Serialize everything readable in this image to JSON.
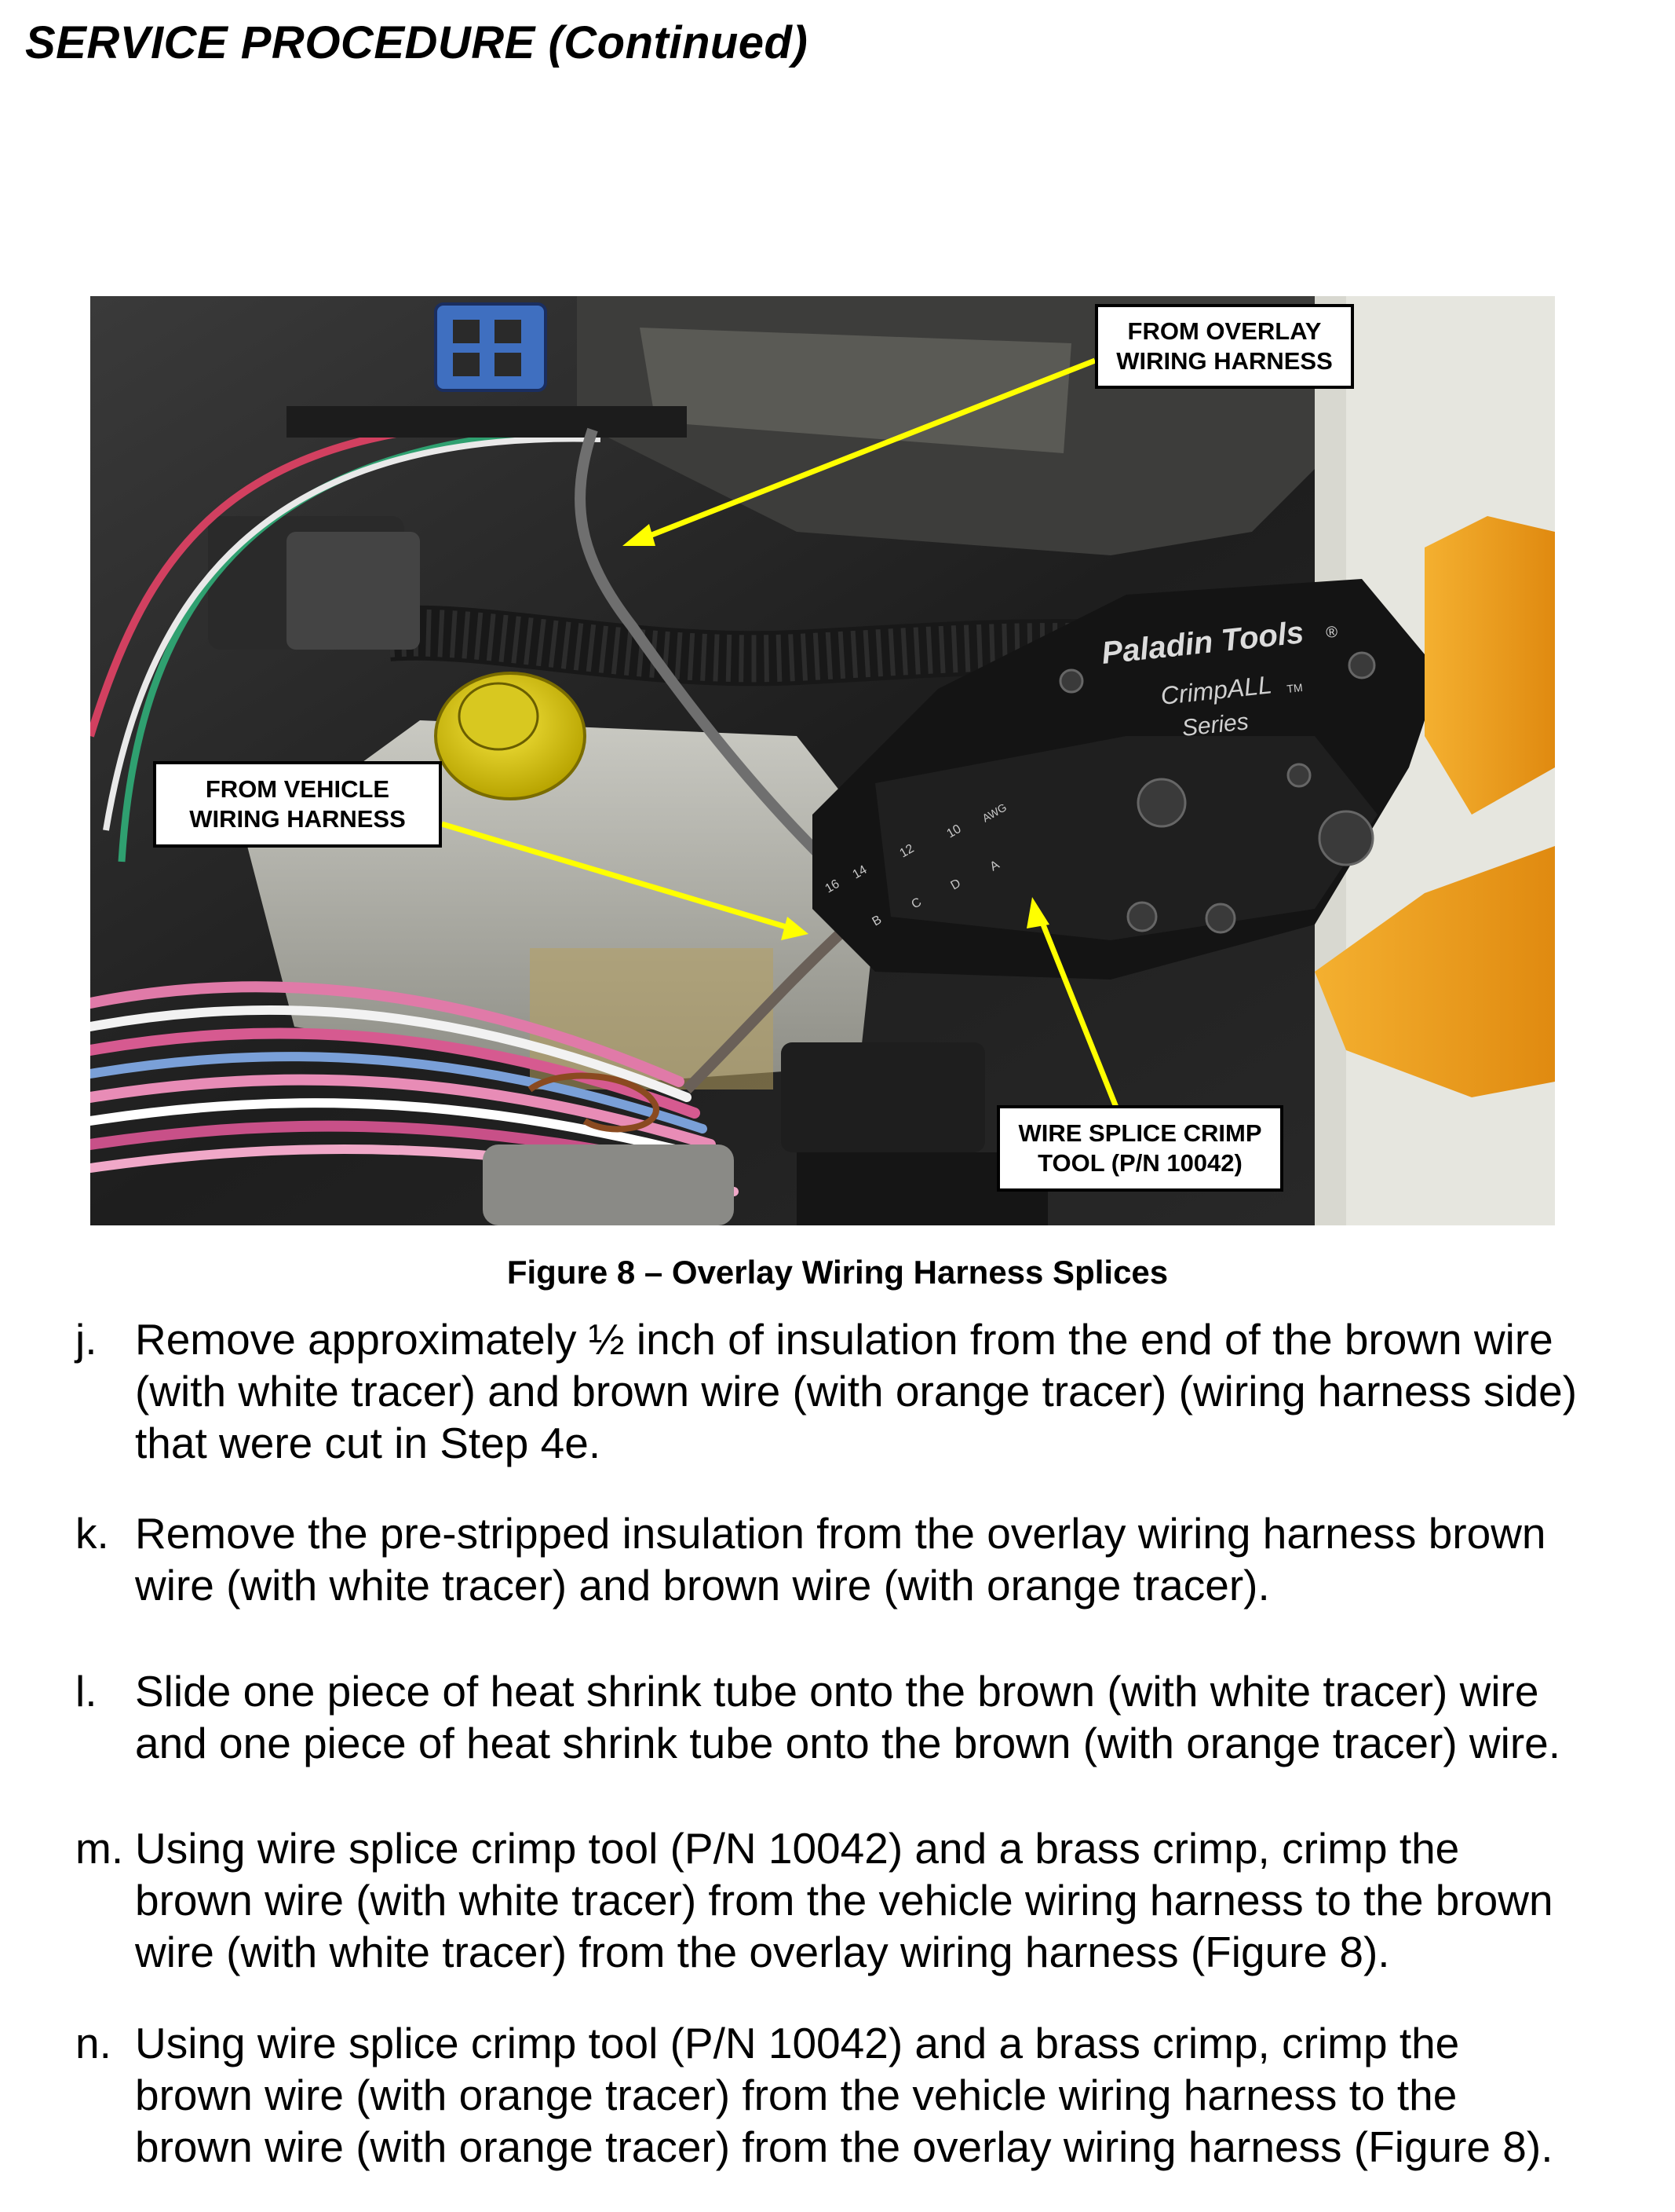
{
  "page": {
    "heading": "SERVICE PROCEDURE (Continued)"
  },
  "figure": {
    "caption": "Figure 8 – Overlay Wiring Harness Splices",
    "callouts": {
      "overlay": [
        "FROM OVERLAY",
        "WIRING HARNESS"
      ],
      "vehicle": [
        "FROM VEHICLE",
        "WIRING  HARNESS"
      ],
      "tool": [
        "WIRE SPLICE CRIMP",
        "TOOL (P/N 10042)"
      ]
    },
    "tool_branding": {
      "brand": "Paladin Tools",
      "model": "CrimpALL",
      "series": "Series",
      "tm": "TM",
      "reg": "®",
      "gauge_numbers": [
        "16",
        "14",
        "12",
        "10",
        "AWG"
      ],
      "die_letters": [
        "B",
        "C",
        "D",
        "A"
      ]
    },
    "colors": {
      "arrow": "#ffff00",
      "tool_handle": "#f0a020",
      "cap": "#e8d400"
    }
  },
  "steps": [
    {
      "letter": "j.",
      "lines": [
        "Remove approximately ½ inch of insulation from the end of the brown wire",
        "(with white tracer) and brown wire (with orange tracer) (wiring harness side)",
        "that were cut in Step 4e."
      ]
    },
    {
      "letter": "k.",
      "lines": [
        "Remove the pre-stripped insulation from the overlay wiring harness brown",
        "wire (with white tracer) and brown wire (with orange tracer)."
      ]
    },
    {
      "letter": "l.",
      "lines": [
        "Slide one piece of heat shrink tube onto the brown (with white tracer) wire",
        "and one piece of heat shrink tube onto the brown (with orange tracer) wire."
      ]
    },
    {
      "letter": "m.",
      "lines": [
        "Using wire splice crimp tool (P/N 10042) and a brass crimp, crimp the",
        "brown wire (with white tracer) from the vehicle wiring harness to the brown",
        "wire (with white tracer) from the overlay wiring harness (Figure 8)."
      ]
    },
    {
      "letter": "n.",
      "lines": [
        "Using wire splice crimp tool (P/N 10042) and a brass crimp, crimp the",
        "brown wire (with orange tracer) from the vehicle wiring harness to the",
        "brown wire (with orange tracer) from the overlay wiring harness (Figure 8)."
      ]
    }
  ]
}
